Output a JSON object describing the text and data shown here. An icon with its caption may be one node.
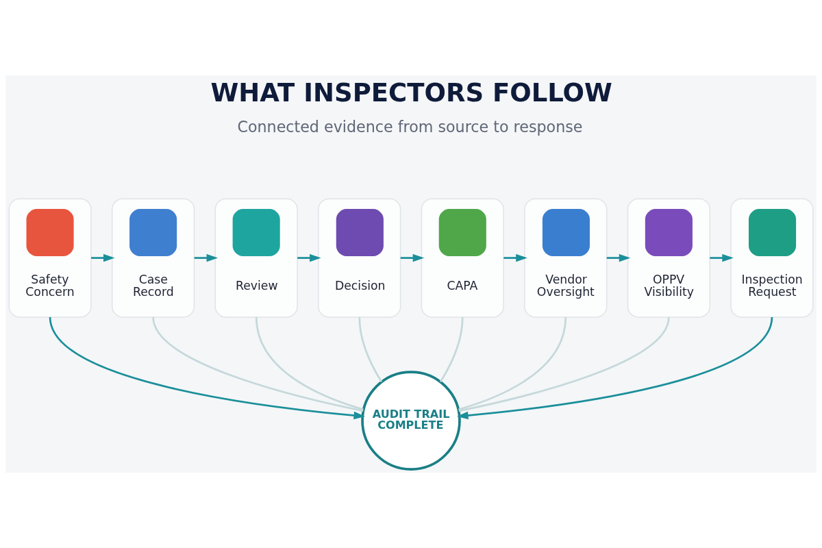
{
  "diagram": {
    "title": "WHAT INSPECTORS FOLLOW",
    "nodes": [
      {
        "text": [
          "Safety Concern"
        ]
      },
      {
        "text": [
          "Case Record"
        ]
      },
      {
        "text": [
          "Review"
        ]
      },
      {
        "text": [
          "Decision"
        ]
      },
      {
        "text": [
          "CAPA"
        ]
      },
      {
        "text": [
          "Vendor Oversight"
        ]
      },
      {
        "text": [
          "OPPV Visibility"
        ]
      },
      {
        "text": [
          "Inspection Request"
        ]
      },
      {
        "text": [
          "AUDIT TRAIL COMPLETE"
        ]
      }
    ],
    "edges": [
      {
        "from": 0,
        "to": 1,
        "arrow": "to"
      },
      {
        "from": 1,
        "to": 2,
        "arrow": "to"
      },
      {
        "from": 2,
        "to": 3,
        "arrow": "to"
      },
      {
        "from": 3,
        "to": 4,
        "arrow": "to"
      },
      {
        "from": 4,
        "to": 5,
        "arrow": "to"
      },
      {
        "from": 5,
        "to": 6,
        "arrow": "to"
      },
      {
        "from": 6,
        "to": 7,
        "arrow": "to"
      },
      {
        "from": 0,
        "to": 8,
        "arrow": "to"
      },
      {
        "from": 7,
        "to": 8,
        "arrow": "to"
      },
      {
        "from": 1,
        "to": 8,
        "arrow": "none",
        "color": "#c5d8da"
      },
      {
        "from": 2,
        "to": 8,
        "arrow": "none",
        "color": "#c5d8da"
      },
      {
        "from": 3,
        "to": 8,
        "arrow": "none",
        "color": "#c5d8da"
      },
      {
        "from": 4,
        "to": 8,
        "arrow": "none",
        "color": "#c5d8da"
      },
      {
        "from": 5,
        "to": 8,
        "arrow": "none",
        "color": "#c5d8da"
      },
      {
        "from": 6,
        "to": 8,
        "arrow": "none",
        "color": "#c5d8da"
      }
    ],
    "labels": [
      "Connected evidence from source to response"
    ]
  }
}
